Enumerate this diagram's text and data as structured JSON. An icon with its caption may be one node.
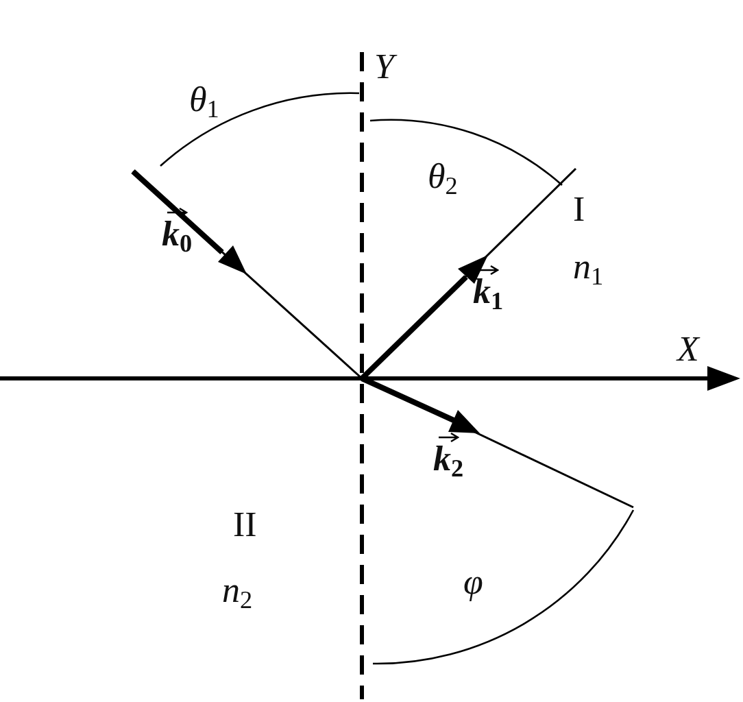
{
  "diagram": {
    "labels": [
      "Y",
      "θ$_{1}$",
      "θ$_{2}$",
      "I",
      "k$_{0}$",
      "k$_{1}$",
      "n$_{1}$",
      "X",
      "k$_{2}$",
      "II",
      "n$_{2}$",
      "φ"
    ]
  }
}
